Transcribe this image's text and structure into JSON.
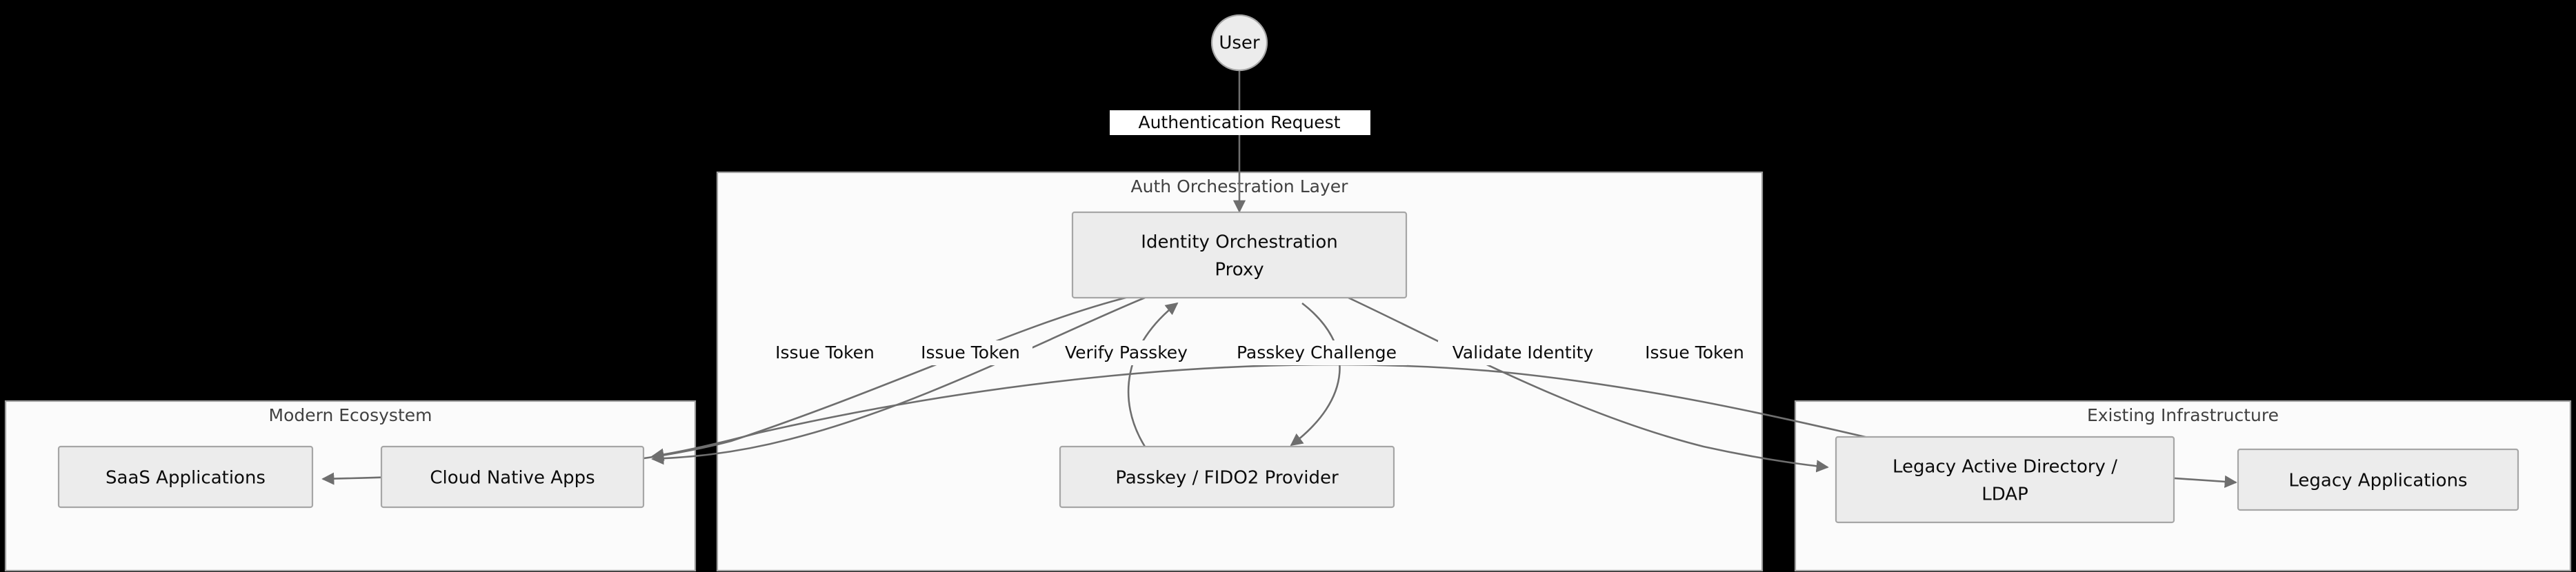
{
  "diagram": {
    "type": "flowchart",
    "direction": "top-down",
    "background": "#000000",
    "colors": {
      "node_fill": "#ececec",
      "node_stroke": "#a6a6a6",
      "cluster_fill": "#fbfbfb",
      "cluster_stroke": "#9e9e9e",
      "edge_stroke": "#6e6e6e",
      "text": "#0b0b0b",
      "cluster_text": "#414141"
    },
    "clusters": [
      {
        "id": "modern",
        "label": "Modern Ecosystem"
      },
      {
        "id": "auth",
        "label": "Auth Orchestration Layer"
      },
      {
        "id": "existing",
        "label": "Existing Infrastructure"
      }
    ],
    "nodes": [
      {
        "id": "user",
        "label": "User",
        "shape": "circle",
        "cluster": null
      },
      {
        "id": "proxy",
        "label_line1": "Identity Orchestration",
        "label_line2": "Proxy",
        "shape": "rect",
        "cluster": "auth"
      },
      {
        "id": "passkey",
        "label": "Passkey / FIDO2 Provider",
        "shape": "rect",
        "cluster": "auth"
      },
      {
        "id": "saas",
        "label": "SaaS Applications",
        "shape": "rect",
        "cluster": "modern"
      },
      {
        "id": "cloud",
        "label": "Cloud Native Apps",
        "shape": "rect",
        "cluster": "modern"
      },
      {
        "id": "ldap",
        "label_line1": "Legacy Active Directory /",
        "label_line2": "LDAP",
        "shape": "rect",
        "cluster": "existing"
      },
      {
        "id": "legacyapps",
        "label": "Legacy Applications",
        "shape": "rect",
        "cluster": "existing"
      }
    ],
    "edges": [
      {
        "from": "user",
        "to": "proxy",
        "label": "Authentication Request"
      },
      {
        "from": "proxy",
        "to": "saas",
        "label": "Issue Token"
      },
      {
        "from": "proxy",
        "to": "cloud",
        "label": "Issue Token"
      },
      {
        "from": "passkey",
        "to": "proxy",
        "label": "Verify Passkey"
      },
      {
        "from": "proxy",
        "to": "passkey",
        "label": "Passkey Challenge"
      },
      {
        "from": "proxy",
        "to": "ldap",
        "label": "Validate Identity"
      },
      {
        "from": "ldap",
        "to": "cloud",
        "label": "Issue Token"
      },
      {
        "from": "ldap",
        "to": "legacyapps",
        "label": ""
      }
    ]
  }
}
